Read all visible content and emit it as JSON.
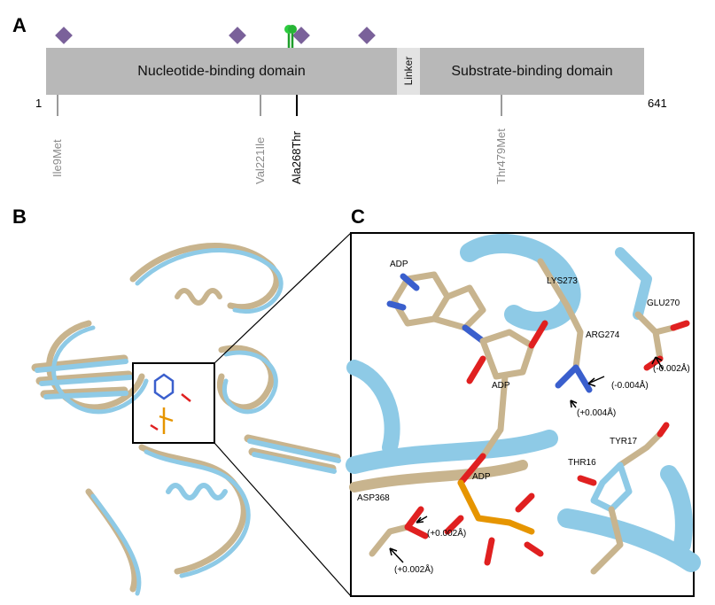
{
  "panels": {
    "a": "A",
    "b": "B",
    "c": "C"
  },
  "domains": {
    "nbd": "Nucleotide-binding domain",
    "linker": "Linker",
    "sbd": "Substrate-binding domain"
  },
  "positions": {
    "start": "1",
    "end": "641"
  },
  "mutations": [
    {
      "label": "Ile9Met",
      "color": "#8a8a8a"
    },
    {
      "label": "Val221Ile",
      "color": "#8a8a8a"
    },
    {
      "label": "Ala268Thr",
      "color": "#000000"
    },
    {
      "label": "Thr479Met",
      "color": "#8a8a8a"
    }
  ],
  "structure_labels": {
    "adp_1": "ADP",
    "adp_2": "ADP",
    "adp_3": "ADP",
    "lys273": "LYS273",
    "glu270": "GLU270",
    "arg274": "ARG274",
    "glu270_shift": "(-0.002Å)",
    "arg274_shift_1": "(-0.004Å)",
    "arg274_shift_2": "(+0.004Å)",
    "tyr17": "TYR17",
    "thr16": "THR16",
    "asp368": "ASP368",
    "asp368_shift_1": "(+0.002Å)",
    "asp368_shift_2": "(+0.002Å)"
  },
  "colors": {
    "domain": "#b8b8b8",
    "linker": "#e3e3e3",
    "diamond": "#7a619a",
    "ribbon_tan": "#c8b48e",
    "ribbon_blue": "#8ecae6",
    "lollipop_green": "#2ecc40"
  }
}
